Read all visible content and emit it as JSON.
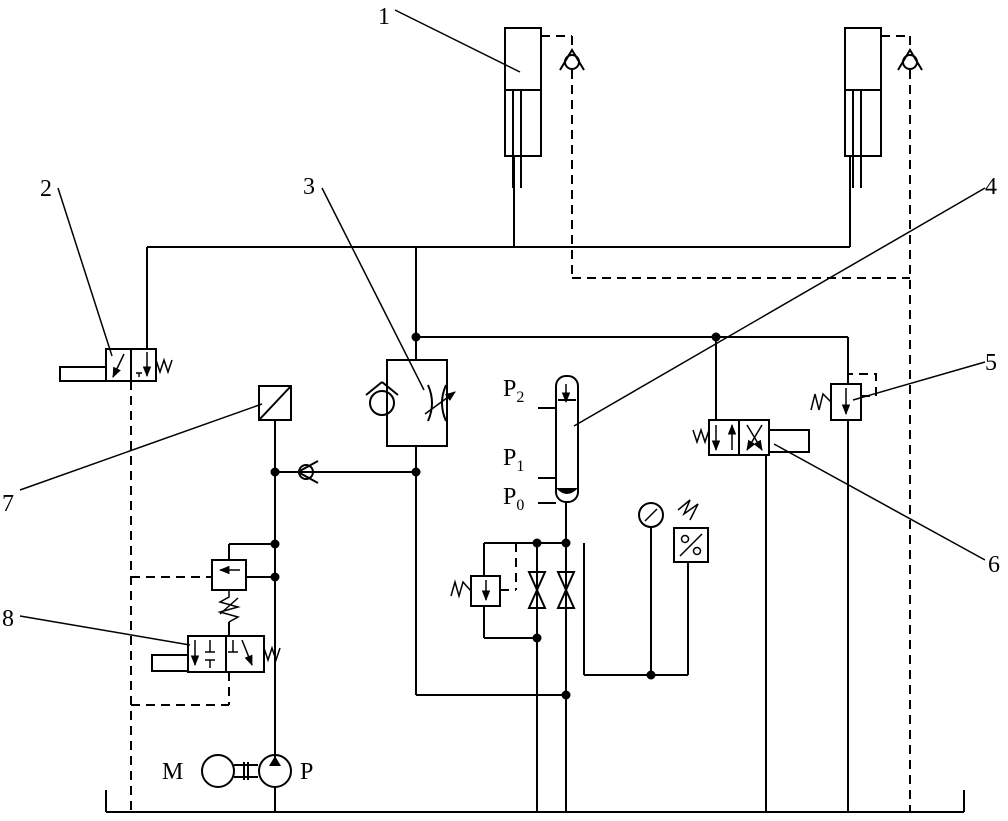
{
  "callouts": {
    "c1": "1",
    "c2": "2",
    "c3": "3",
    "c4": "4",
    "c5": "5",
    "c6": "6",
    "c7": "7",
    "c8": "8"
  },
  "pressure_levels": {
    "p2": "P",
    "p2_sub": "2",
    "p1": "P",
    "p1_sub": "1",
    "p0": "P",
    "p0_sub": "0"
  },
  "motor_label": "M",
  "pump_label": "P",
  "colors": {
    "line": "#000000",
    "background": "#ffffff"
  }
}
